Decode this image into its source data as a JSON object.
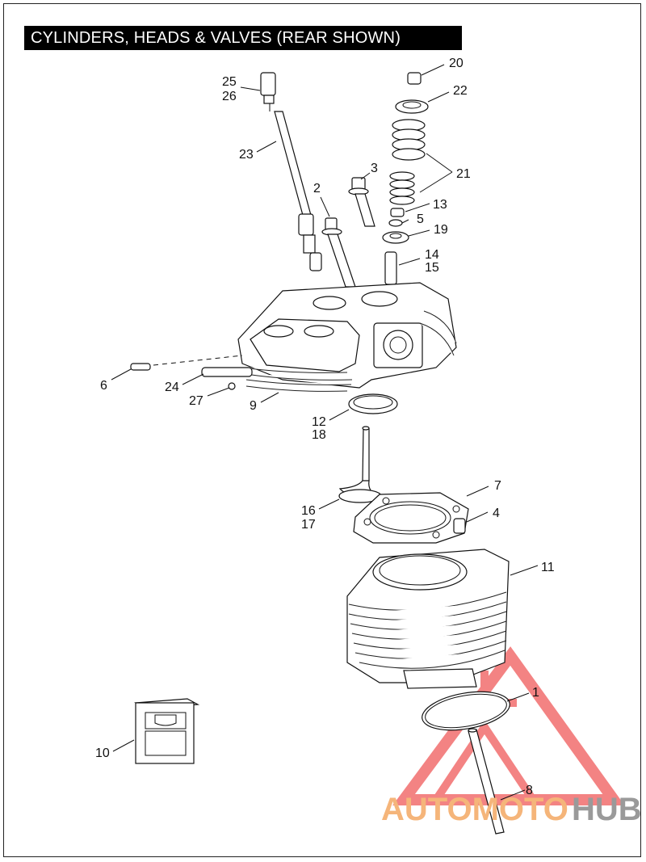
{
  "title": "CYLINDERS, HEADS & VALVES (REAR SHOWN)",
  "callouts": {
    "c1": "1",
    "c2": "2",
    "c3": "3",
    "c4": "4",
    "c5": "5",
    "c6": "6",
    "c7": "7",
    "c8": "8",
    "c9": "9",
    "c10": "10",
    "c11": "11",
    "c12": "12",
    "c13": "13",
    "c14": "14",
    "c15": "15",
    "c16": "16",
    "c17": "17",
    "c18": "18",
    "c19": "19",
    "c20": "20",
    "c21": "21",
    "c22": "22",
    "c23": "23",
    "c24": "24",
    "c25": "25",
    "c26": "26",
    "c27": "27"
  },
  "watermark": {
    "part1": "AUTOMOTO",
    "part2": "HUB",
    "color1": "#f5b57a",
    "color2": "#9a9a9a",
    "logo_color": "#ef5a5a"
  }
}
